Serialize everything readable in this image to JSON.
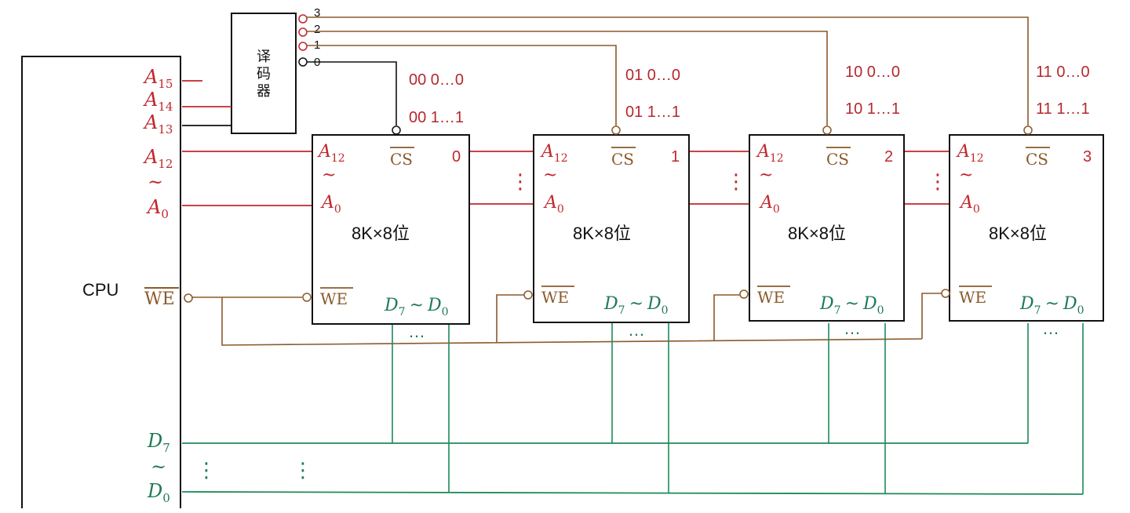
{
  "colors": {
    "address": "#c0272d",
    "control": "#8a5a2b",
    "data": "#1e8a5a",
    "black": "#111111",
    "label_red": "#b5282e",
    "label_green": "#1e7a55"
  },
  "cpu": {
    "label": "CPU",
    "pins": {
      "a15": "A",
      "a15_sub": "15",
      "a14": "A",
      "a14_sub": "14",
      "a13": "A",
      "a13_sub": "13",
      "a12": "A",
      "a12_sub": "12",
      "tilde": "~",
      "a0": "A",
      "a0_sub": "0",
      "we": "WE",
      "d7": "D",
      "d7_sub": "7",
      "d0": "D",
      "d0_sub": "0"
    }
  },
  "decoder": {
    "label_line1": "译",
    "label_line2": "码",
    "label_line3": "器",
    "outputs": [
      "3",
      "2",
      "1",
      "0"
    ]
  },
  "chips": [
    {
      "index": "0",
      "size": "8K×8位",
      "addr_high": "00 0…0",
      "addr_low": "00 1…1"
    },
    {
      "index": "1",
      "size": "8K×8位",
      "addr_high": "01 0…0",
      "addr_low": "01 1…1"
    },
    {
      "index": "2",
      "size": "8K×8位",
      "addr_high": "10 0…0",
      "addr_low": "10 1…1"
    },
    {
      "index": "3",
      "size": "8K×8位",
      "addr_high": "11 0…0",
      "addr_low": "11 1…1"
    }
  ],
  "chip_pins": {
    "a12": "A",
    "a12_sub": "12",
    "tilde": "~",
    "a0": "A",
    "a0_sub": "0",
    "cs": "CS",
    "we": "WE",
    "data_d7": "D",
    "data_d7_sub": "7",
    "data_tilde": "~",
    "data_d0": "D",
    "data_d0_sub": "0"
  },
  "ellipsis": "…",
  "vdots": "⋮"
}
